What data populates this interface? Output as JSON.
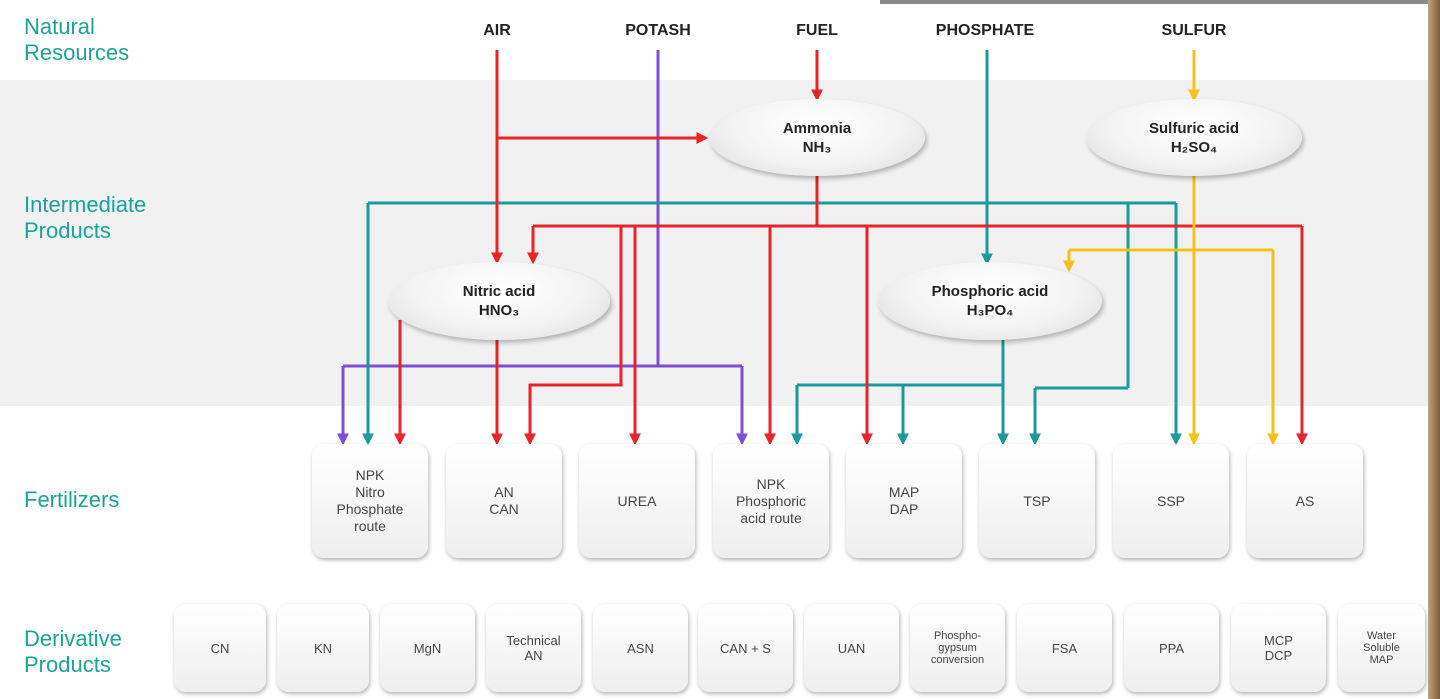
{
  "stages": {
    "natural": "Natural\nResources",
    "intermediate": "Intermediate\nProducts",
    "fertilizers": "Fertilizers",
    "derivative": "Derivative\nProducts"
  },
  "sources": [
    "AIR",
    "POTASH",
    "FUEL",
    "PHOSPHATE",
    "SULFUR"
  ],
  "intermediates": {
    "ammonia": {
      "name": "Ammonia",
      "formula": "NH₃"
    },
    "sulfuric": {
      "name": "Sulfuric acid",
      "formula": "H₂SO₄"
    },
    "nitric": {
      "name": "Nitric acid",
      "formula": "HNO₃"
    },
    "phosphoric": {
      "name": "Phosphoric acid",
      "formula": "H₃PO₄"
    }
  },
  "fertilizers": [
    "NPK\nNitro\nPhosphate\nroute",
    "AN\nCAN",
    "UREA",
    "NPK\nPhosphoric\nacid route",
    "MAP\nDAP",
    "TSP",
    "SSP",
    "AS"
  ],
  "derivatives": [
    "CN",
    "KN",
    "MgN",
    "Technical\nAN",
    "ASN",
    "CAN + S",
    "UAN",
    "Phospho-\ngypsum\nconversion",
    "FSA",
    "PPA",
    "MCP\nDCP",
    "Water\nSoluble\nMAP"
  ],
  "colors": {
    "nitrogen": "#e8232a",
    "potash": "#7b4fd6",
    "phosphate": "#1a9a9a",
    "sulfur": "#f2c21b",
    "label": "#1aa39a",
    "band": "#f1f1f1"
  }
}
